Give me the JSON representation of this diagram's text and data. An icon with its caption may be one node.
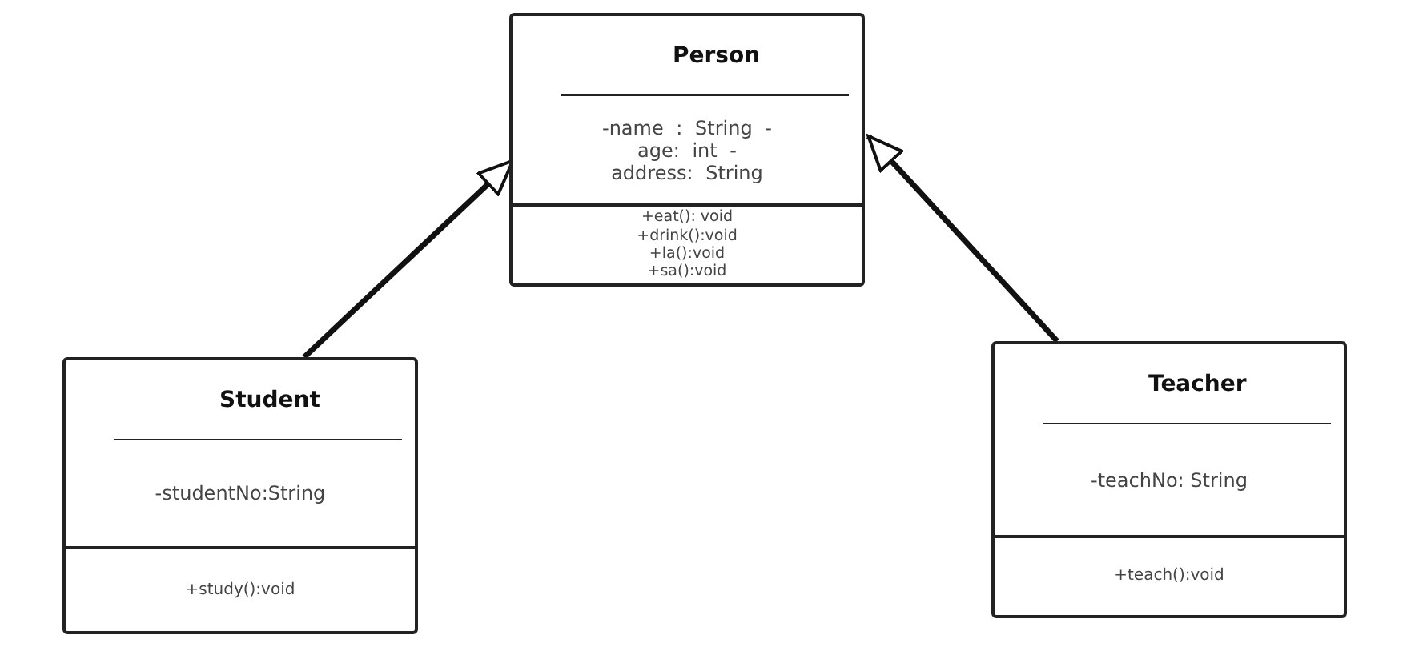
{
  "diagram": {
    "nodes": [
      {
        "text": [
          "Person",
          "-name : String -age: int -address: String",
          "+eat(): void +drink():void +la():void +sa():void"
        ]
      },
      {
        "text": [
          "Student",
          "-studentNo:String",
          "+study():void"
        ]
      },
      {
        "text": [
          "Teacher",
          "-teachNo: String",
          "+teach():void"
        ]
      }
    ],
    "edges": [
      {
        "from": 1,
        "to": 0,
        "arrow": "to"
      },
      {
        "from": 2,
        "to": 0,
        "arrow": "to"
      }
    ]
  }
}
